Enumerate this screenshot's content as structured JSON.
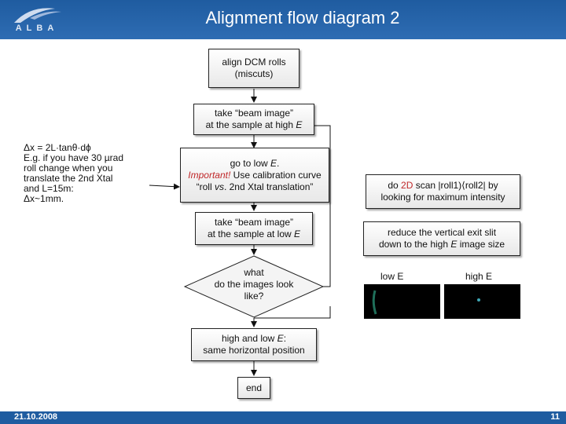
{
  "header": {
    "title": "Alignment flow diagram 2",
    "logo_text": "ALBA"
  },
  "footer": {
    "date": "21.10.2008",
    "page": "11"
  },
  "flow": {
    "step1": [
      "align DCM rolls",
      "(miscuts)"
    ],
    "step2": {
      "line1": "take “beam image”",
      "line2_pre": "at the sample at high ",
      "line2_em": "E"
    },
    "step3": {
      "l1_pre": "go to low ",
      "l1_em": "E",
      "l1_post": ".",
      "l2_em": "Important!",
      "l2_post": " Use calibration curve",
      "l3_pre": "“roll ",
      "l3_em": "vs",
      "l3_post": ". 2nd Xtal translation”"
    },
    "step4": {
      "line1": "take “beam image”",
      "line2_pre": "at the sample at low ",
      "line2_em": "E"
    },
    "decision": [
      "what",
      "do the images look",
      "like?"
    ],
    "step5": {
      "line1_pre": "high and low ",
      "line1_em": "E",
      "line1_post": ":",
      "line2": "same horizontal position"
    },
    "end": "end"
  },
  "note": {
    "line1": "Δx = 2L·tanθ·dϕ",
    "line2": "E.g. if you have 30 µrad",
    "line3": "roll change when you",
    "line4": "translate the 2nd Xtal",
    "line5": "and L=15m:",
    "line6": "Δx~1mm."
  },
  "side": {
    "box1": {
      "pre": "do ",
      "red": "2D",
      "post": " scan |roll1)⟨roll2| by",
      "line2": "looking for maximum intensity"
    },
    "box2": {
      "line1": "reduce the vertical exit slit",
      "line2_pre": "down to the high ",
      "line2_em": "E",
      "line2_post": " image size"
    },
    "low_label": "low E",
    "high_label": "high E"
  }
}
